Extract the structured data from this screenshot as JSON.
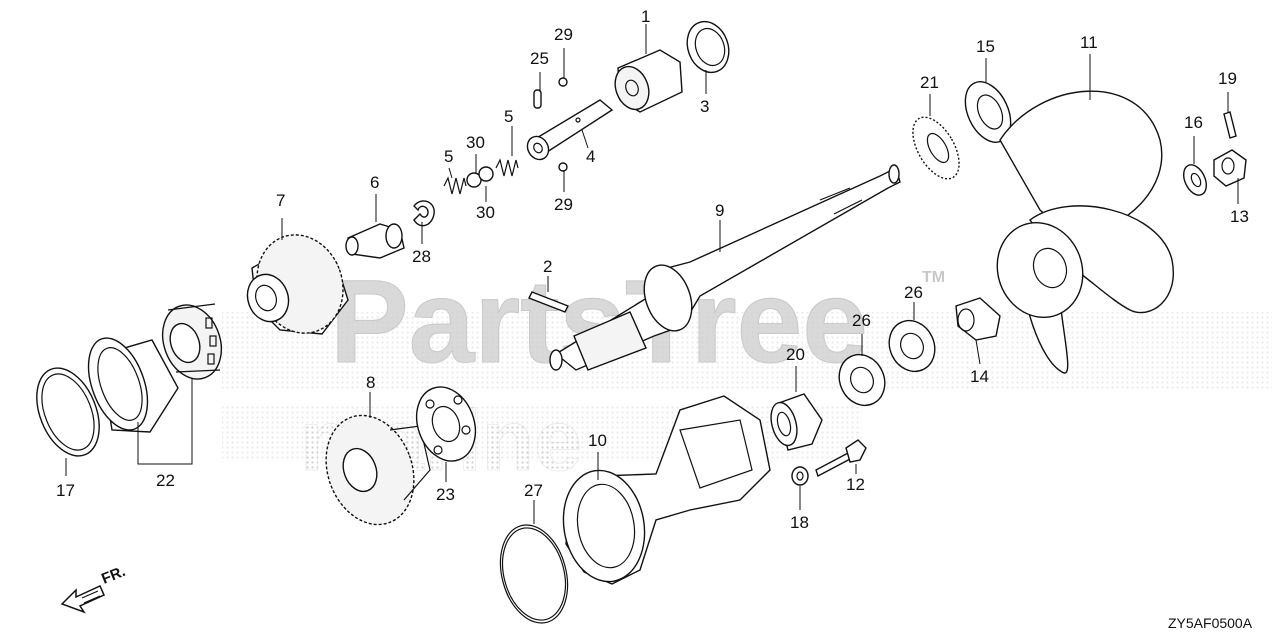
{
  "diagram": {
    "reference_code": "ZY5AF0500A",
    "front_arrow_label": "FR.",
    "watermark": {
      "brand": "PartsTree",
      "trademark": "TM",
      "sub": "marine"
    },
    "callouts": [
      "1",
      "2",
      "3",
      "4",
      "5",
      "5",
      "6",
      "7",
      "8",
      "9",
      "10",
      "11",
      "12",
      "13",
      "14",
      "15",
      "16",
      "17",
      "18",
      "19",
      "20",
      "21",
      "22",
      "23",
      "25",
      "26",
      "26",
      "27",
      "28",
      "29",
      "29",
      "30",
      "30"
    ]
  },
  "colors": {
    "ink": "#111111",
    "watermark": "#d4d4d4",
    "background": "#ffffff"
  }
}
